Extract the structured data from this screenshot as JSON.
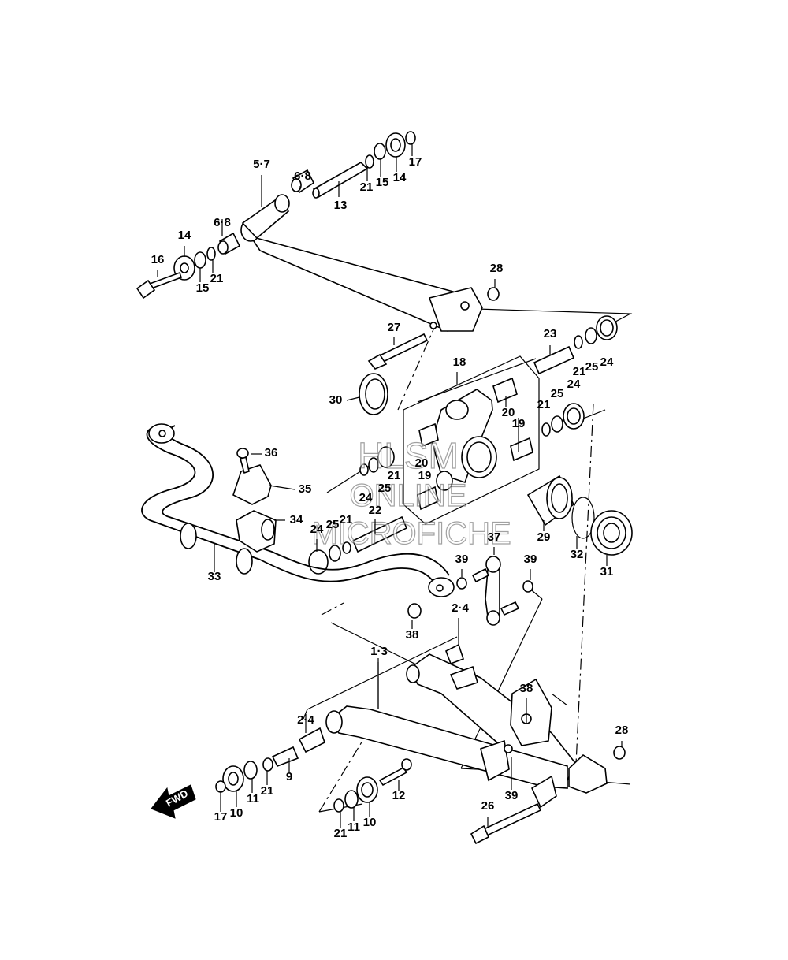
{
  "diagram": {
    "watermark": {
      "line1": "HLSM",
      "line2": "ONLINE",
      "line3": "MICROFICHE"
    },
    "fwd_label": "FWD",
    "callouts": [
      {
        "id": "c-5-7",
        "text": "5·7"
      },
      {
        "id": "c-6-8-a",
        "text": "6·8"
      },
      {
        "id": "c-6-8-b",
        "text": "6·8"
      },
      {
        "id": "c-13",
        "text": "13"
      },
      {
        "id": "c-21-top",
        "text": "21"
      },
      {
        "id": "c-15-top",
        "text": "15"
      },
      {
        "id": "c-14-top",
        "text": "14"
      },
      {
        "id": "c-17-top",
        "text": "17"
      },
      {
        "id": "c-14-left",
        "text": "14"
      },
      {
        "id": "c-16",
        "text": "16"
      },
      {
        "id": "c-15-left",
        "text": "15"
      },
      {
        "id": "c-21-left",
        "text": "21"
      },
      {
        "id": "c-28-top",
        "text": "28"
      },
      {
        "id": "c-27",
        "text": "27"
      },
      {
        "id": "c-23",
        "text": "23"
      },
      {
        "id": "c-21-r1",
        "text": "21"
      },
      {
        "id": "c-25-r1",
        "text": "25"
      },
      {
        "id": "c-24-r1",
        "text": "24"
      },
      {
        "id": "c-18",
        "text": "18"
      },
      {
        "id": "c-30",
        "text": "30"
      },
      {
        "id": "c-20-a",
        "text": "20"
      },
      {
        "id": "c-19-a",
        "text": "19"
      },
      {
        "id": "c-25-r2",
        "text": "25"
      },
      {
        "id": "c-24-r2",
        "text": "24"
      },
      {
        "id": "c-21-r2",
        "text": "21"
      },
      {
        "id": "c-36",
        "text": "36"
      },
      {
        "id": "c-20-b",
        "text": "20"
      },
      {
        "id": "c-21-c",
        "text": "21"
      },
      {
        "id": "c-19-b",
        "text": "19"
      },
      {
        "id": "c-35",
        "text": "35"
      },
      {
        "id": "c-24-c",
        "text": "24"
      },
      {
        "id": "c-25-c",
        "text": "25"
      },
      {
        "id": "c-22",
        "text": "22"
      },
      {
        "id": "c-34",
        "text": "34"
      },
      {
        "id": "c-24-d",
        "text": "24"
      },
      {
        "id": "c-25-d",
        "text": "25"
      },
      {
        "id": "c-21-d",
        "text": "21"
      },
      {
        "id": "c-29",
        "text": "29"
      },
      {
        "id": "c-37",
        "text": "37"
      },
      {
        "id": "c-32",
        "text": "32"
      },
      {
        "id": "c-31",
        "text": "31"
      },
      {
        "id": "c-39-a",
        "text": "39"
      },
      {
        "id": "c-39-b",
        "text": "39"
      },
      {
        "id": "c-33",
        "text": "33"
      },
      {
        "id": "c-38-a",
        "text": "38"
      },
      {
        "id": "c-2-4-a",
        "text": "2·4"
      },
      {
        "id": "c-1-3",
        "text": "1·3"
      },
      {
        "id": "c-38-b",
        "text": "38"
      },
      {
        "id": "c-2-4-b",
        "text": "2·4"
      },
      {
        "id": "c-28-bot",
        "text": "28"
      },
      {
        "id": "c-9",
        "text": "9"
      },
      {
        "id": "c-12",
        "text": "12"
      },
      {
        "id": "c-39-c",
        "text": "39"
      },
      {
        "id": "c-21-bl",
        "text": "21"
      },
      {
        "id": "c-11-bl",
        "text": "11"
      },
      {
        "id": "c-17-bl",
        "text": "17"
      },
      {
        "id": "c-10-bl",
        "text": "10"
      },
      {
        "id": "c-26",
        "text": "26"
      },
      {
        "id": "c-21-bm",
        "text": "21"
      },
      {
        "id": "c-11-bm",
        "text": "11"
      },
      {
        "id": "c-10-bm",
        "text": "10"
      }
    ]
  }
}
